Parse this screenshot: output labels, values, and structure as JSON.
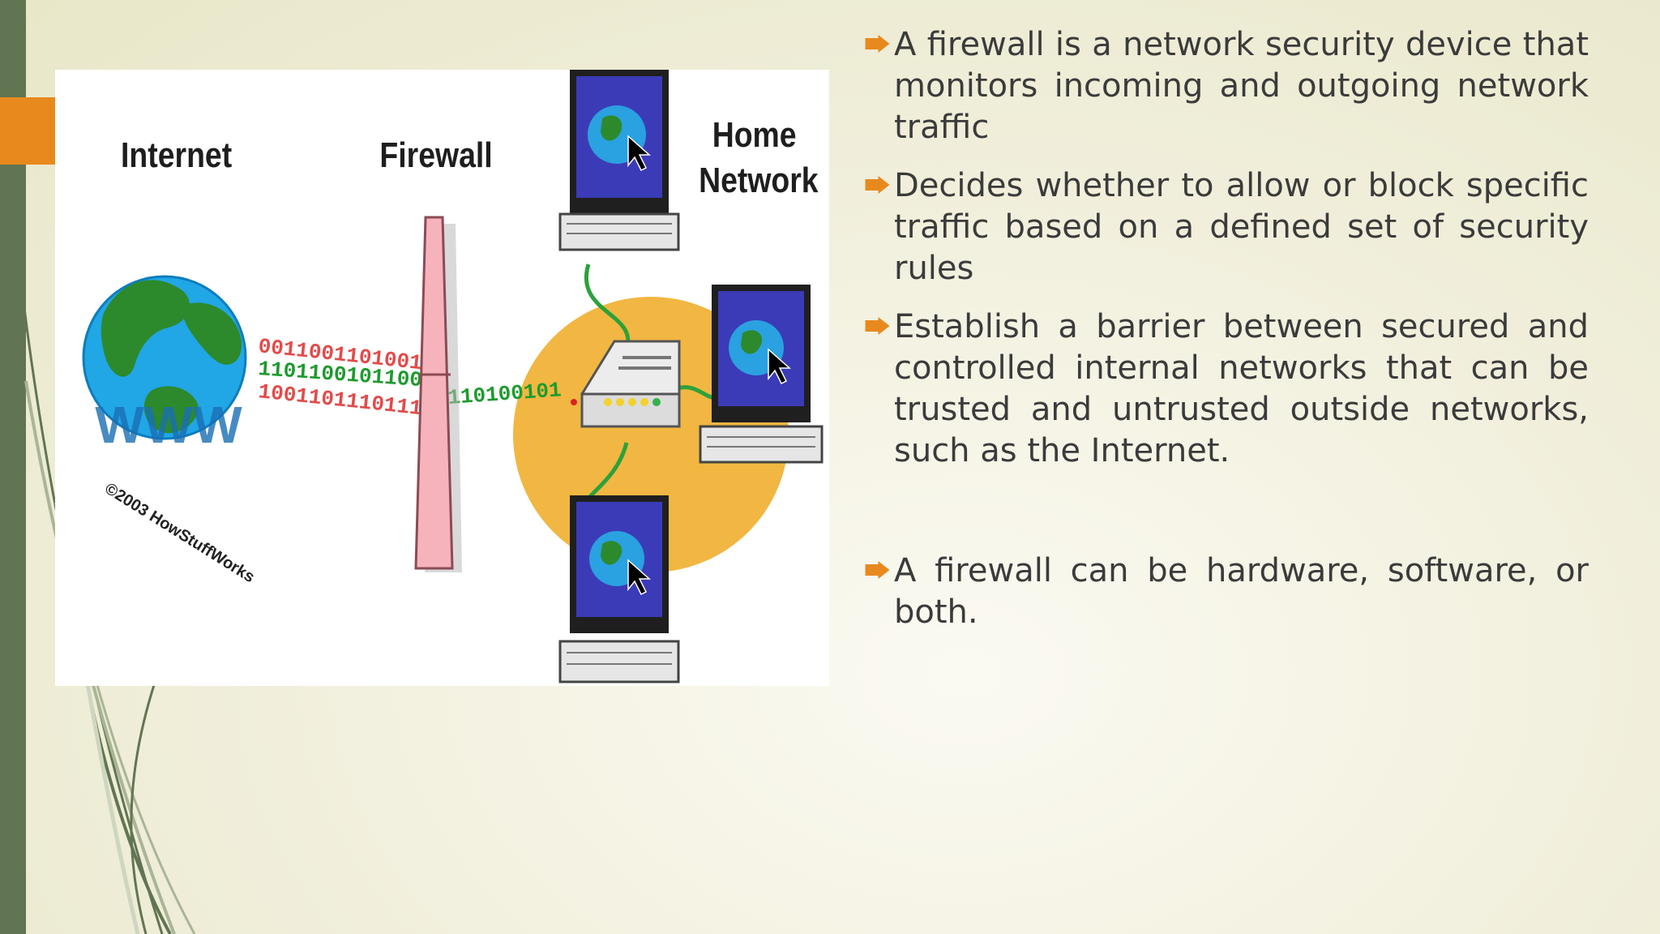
{
  "theme": {
    "accent_orange": "#e8891e",
    "sidebar_green": "#617552",
    "text_color": "#3b3b3b"
  },
  "diagram": {
    "internet_label": "Internet",
    "firewall_label": "Firewall",
    "home_network_label": "Home Network",
    "www_text": "WWW",
    "copyright_text": "©2003 HowStuffWorks",
    "bits_red_top": "0011001101001",
    "bits_green": "1101100101100",
    "bits_red_bottom": "1001101110111",
    "bits_passed": "110100101"
  },
  "bullets": [
    {
      "icon": "arrow-bullet-icon",
      "text": "A firewall is a network security device that monitors incoming and outgoing network traffic"
    },
    {
      "icon": "arrow-bullet-icon",
      "text": "Decides whether to allow or block specific traffic based on a defined set of security rules"
    },
    {
      "icon": "arrow-bullet-icon",
      "text": "Establish a barrier between secured and controlled internal networks that can be trusted and untrusted outside networks, such as the Internet."
    },
    {
      "icon": "arrow-bullet-icon",
      "text": "A firewall can be hardware, software, or both."
    }
  ]
}
